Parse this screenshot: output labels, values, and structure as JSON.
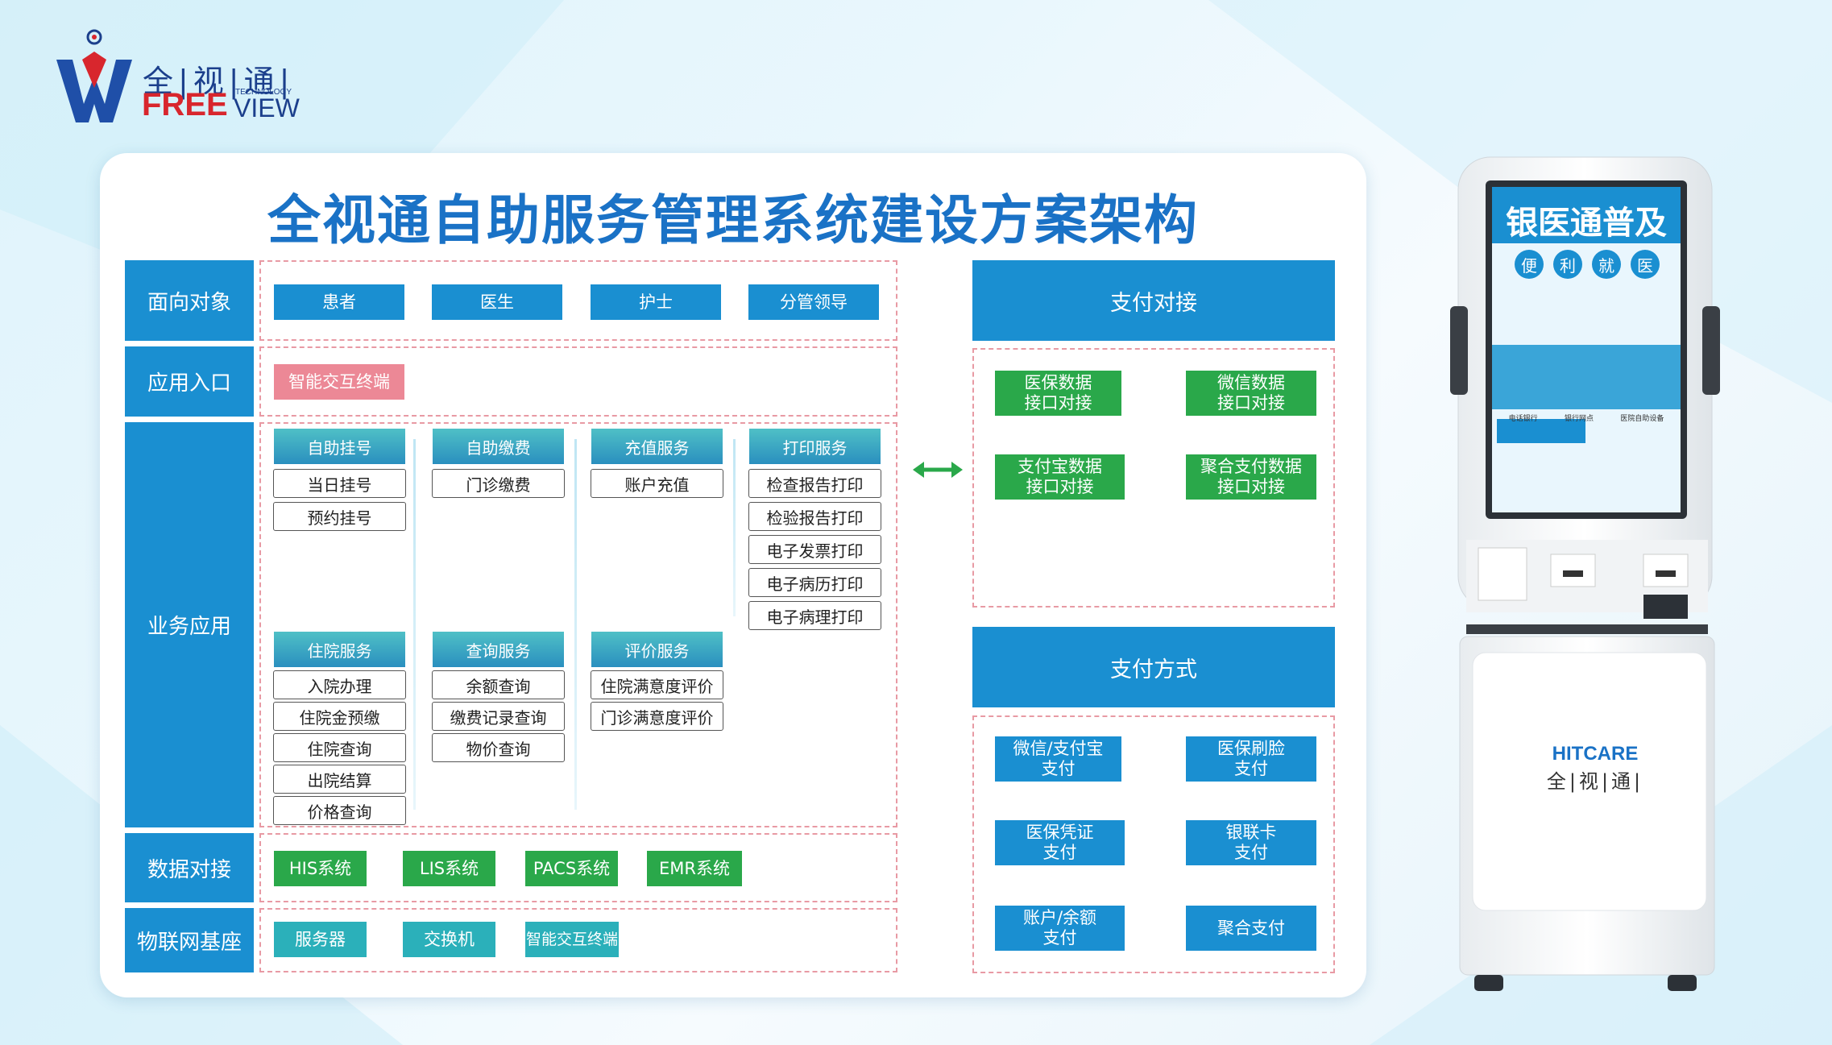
{
  "logo": {
    "cn": "全|视|通|",
    "free": "FREE",
    "view": "VIEW",
    "tech": "TECHNOLOGY"
  },
  "title": "全视通自助服务管理系统建设方案架构",
  "rows": {
    "objects": {
      "label": "面向对象",
      "items": [
        "患者",
        "医生",
        "护士",
        "分管领导"
      ]
    },
    "entry": {
      "label": "应用入口",
      "items": [
        "智能交互终端"
      ]
    },
    "business": {
      "label": "业务应用",
      "groups": [
        {
          "title": "自助挂号",
          "items": [
            "当日挂号",
            "预约挂号"
          ]
        },
        {
          "title": "自助缴费",
          "items": [
            "门诊缴费"
          ]
        },
        {
          "title": "充值服务",
          "items": [
            "账户充值"
          ]
        },
        {
          "title": "打印服务",
          "items": [
            "检查报告打印",
            "检验报告打印",
            "电子发票打印",
            "电子病历打印",
            "电子病理打印"
          ]
        },
        {
          "title": "住院服务",
          "items": [
            "入院办理",
            "住院金预缴",
            "住院查询",
            "出院结算",
            "价格查询"
          ]
        },
        {
          "title": "查询服务",
          "items": [
            "余额查询",
            "缴费记录查询",
            "物价查询"
          ]
        },
        {
          "title": "评价服务",
          "items": [
            "住院满意度评价",
            "门诊满意度评价"
          ]
        }
      ]
    },
    "data": {
      "label": "数据对接",
      "items": [
        "HIS系统",
        "LIS系统",
        "PACS系统",
        "EMR系统"
      ]
    },
    "iot": {
      "label": "物联网基座",
      "items": [
        "服务器",
        "交换机",
        "智能交互终端"
      ]
    }
  },
  "payment_connect": {
    "title": "支付对接",
    "items": [
      "医保数据\n接口对接",
      "微信数据\n接口对接",
      "支付宝数据\n接口对接",
      "聚合支付数据\n接口对接"
    ]
  },
  "payment_methods": {
    "title": "支付方式",
    "items": [
      "微信/支付宝\n支付",
      "医保刷脸\n支付",
      "医保凭证\n支付",
      "银联卡\n支付",
      "账户/余额\n支付",
      "聚合支付"
    ]
  },
  "kiosk": {
    "screen_title": "银医通普及",
    "screen_badges": [
      "便",
      "利",
      "就",
      "医"
    ],
    "screen_captions": [
      "电话银行",
      "银行网点",
      "医院自助设备"
    ],
    "brand": "HITCARE",
    "brand_cn": "全|视|通|"
  },
  "colors": {
    "blue": "#1a8fd1",
    "green": "#2aa84a",
    "pink": "#ec8896",
    "teal": "#2bb0ba",
    "title": "#1a72c6"
  }
}
